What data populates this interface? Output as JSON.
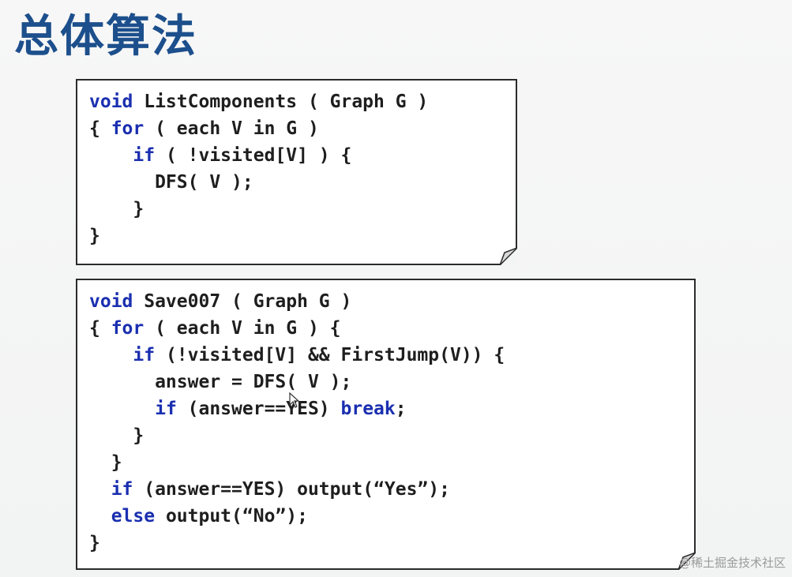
{
  "slide": {
    "title": "总体算法",
    "watermark": "@稀土掘金技术社区"
  },
  "code_block_1": {
    "lines": [
      [
        {
          "t": "void",
          "kw": true
        },
        {
          "t": " ListComponents ( Graph G )"
        }
      ],
      [
        {
          "t": "{ "
        },
        {
          "t": "for",
          "kw": true
        },
        {
          "t": " ( each V in G )"
        }
      ],
      [
        {
          "t": "    "
        },
        {
          "t": "if",
          "kw": true
        },
        {
          "t": " ( !visited[V] ) {"
        }
      ],
      [
        {
          "t": "      DFS( V );"
        }
      ],
      [
        {
          "t": "    }"
        }
      ],
      [
        {
          "t": "}"
        }
      ]
    ]
  },
  "code_block_2": {
    "lines": [
      [
        {
          "t": "void",
          "kw": true
        },
        {
          "t": " Save007 ( Graph G )"
        }
      ],
      [
        {
          "t": "{ "
        },
        {
          "t": "for",
          "kw": true
        },
        {
          "t": " ( each V in G ) {"
        }
      ],
      [
        {
          "t": "    "
        },
        {
          "t": "if",
          "kw": true
        },
        {
          "t": " (!visited[V] && FirstJump(V)) {"
        }
      ],
      [
        {
          "t": "      answer = DFS( V );"
        }
      ],
      [
        {
          "t": "      "
        },
        {
          "t": "if",
          "kw": true
        },
        {
          "t": " (answer==YES) "
        },
        {
          "t": "break",
          "kw": true
        },
        {
          "t": ";"
        }
      ],
      [
        {
          "t": "    }"
        }
      ],
      [
        {
          "t": "  }"
        }
      ],
      [
        {
          "t": "  "
        },
        {
          "t": "if",
          "kw": true
        },
        {
          "t": " (answer==YES) output(“Yes”);"
        }
      ],
      [
        {
          "t": "  "
        },
        {
          "t": "else",
          "kw": true
        },
        {
          "t": " output(“No”);"
        }
      ],
      [
        {
          "t": "}"
        }
      ]
    ]
  },
  "colors": {
    "title": "#1c4f8c",
    "keyword": "#1a2fb0",
    "code_text": "#1e1e1e",
    "box_border": "#2b2b2b"
  },
  "icons": {
    "cursor": "mouse-pointer-icon",
    "fold": "page-fold-icon"
  }
}
